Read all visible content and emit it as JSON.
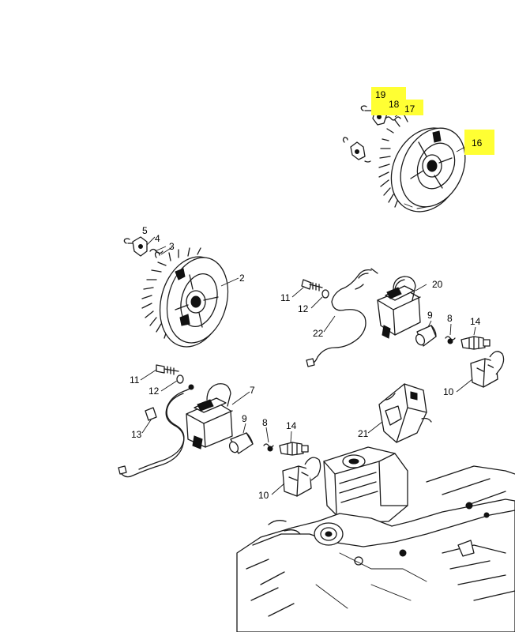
{
  "highlight_color": "#ffff33",
  "callouts": [
    {
      "id": "c19",
      "text": "19",
      "highlighted": true
    },
    {
      "id": "c18",
      "text": "18",
      "highlighted": true
    },
    {
      "id": "c17",
      "text": "17",
      "highlighted": true
    },
    {
      "id": "c16",
      "text": "16",
      "highlighted": true
    },
    {
      "id": "c5",
      "text": "5",
      "highlighted": false
    },
    {
      "id": "c4",
      "text": "4",
      "highlighted": false
    },
    {
      "id": "c3",
      "text": "3",
      "highlighted": false
    },
    {
      "id": "c2",
      "text": "2",
      "highlighted": false
    },
    {
      "id": "c20",
      "text": "20",
      "highlighted": false
    },
    {
      "id": "c11a",
      "text": "11",
      "highlighted": false
    },
    {
      "id": "c12a",
      "text": "12",
      "highlighted": false
    },
    {
      "id": "c22",
      "text": "22",
      "highlighted": false
    },
    {
      "id": "c9a",
      "text": "9",
      "highlighted": false
    },
    {
      "id": "c8a",
      "text": "8",
      "highlighted": false
    },
    {
      "id": "c14a",
      "text": "14",
      "highlighted": false
    },
    {
      "id": "c10a",
      "text": "10",
      "highlighted": false
    },
    {
      "id": "c11b",
      "text": "11",
      "highlighted": false
    },
    {
      "id": "c12b",
      "text": "12",
      "highlighted": false
    },
    {
      "id": "c7",
      "text": "7",
      "highlighted": false
    },
    {
      "id": "c13",
      "text": "13",
      "highlighted": false
    },
    {
      "id": "c9b",
      "text": "9",
      "highlighted": false
    },
    {
      "id": "c8b",
      "text": "8",
      "highlighted": false
    },
    {
      "id": "c14b",
      "text": "14",
      "highlighted": false
    },
    {
      "id": "c21",
      "text": "21",
      "highlighted": false
    },
    {
      "id": "c10b",
      "text": "10",
      "highlighted": false
    }
  ]
}
